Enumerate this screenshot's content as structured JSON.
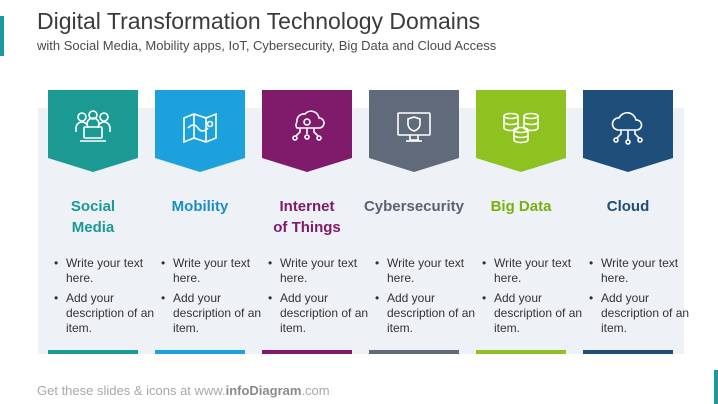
{
  "header": {
    "title": "Digital Transformation Technology Domains",
    "subtitle": "with Social Media, Mobility apps, IoT, Cybersecurity, Big Data and Cloud Access"
  },
  "columns": [
    {
      "title": "Social\nMedia",
      "icon": "people-laptop-icon",
      "color": "#1a9a93",
      "bullets": [
        "Write your text here.",
        "Add your description of an item."
      ]
    },
    {
      "title": "Mobility",
      "icon": "map-icon",
      "color": "#1da1dc",
      "bullets": [
        "Write your text here.",
        "Add your description of an item."
      ]
    },
    {
      "title": "Internet of Things",
      "icon": "iot-gear-icon",
      "color": "#801b6b",
      "bullets": [
        "Write your text here.",
        "Add your description of an item."
      ]
    },
    {
      "title": "Cybersecurity",
      "icon": "monitor-shield-icon",
      "color": "#606a7a",
      "bullets": [
        "Write your text here.",
        "Add your description of an item."
      ]
    },
    {
      "title": "Big Data",
      "icon": "database-stack-icon",
      "color": "#8dc220",
      "bullets": [
        "Write your text here.",
        "Add your description of an item."
      ]
    },
    {
      "title": "Cloud",
      "icon": "cloud-network-icon",
      "color": "#1d4f7a",
      "bullets": [
        "Write your text here.",
        "Add your description of an item."
      ]
    }
  ],
  "footer": {
    "prefix": "Get these slides & icons at www.",
    "brand": "infoDiagram",
    "suffix": ".com"
  }
}
